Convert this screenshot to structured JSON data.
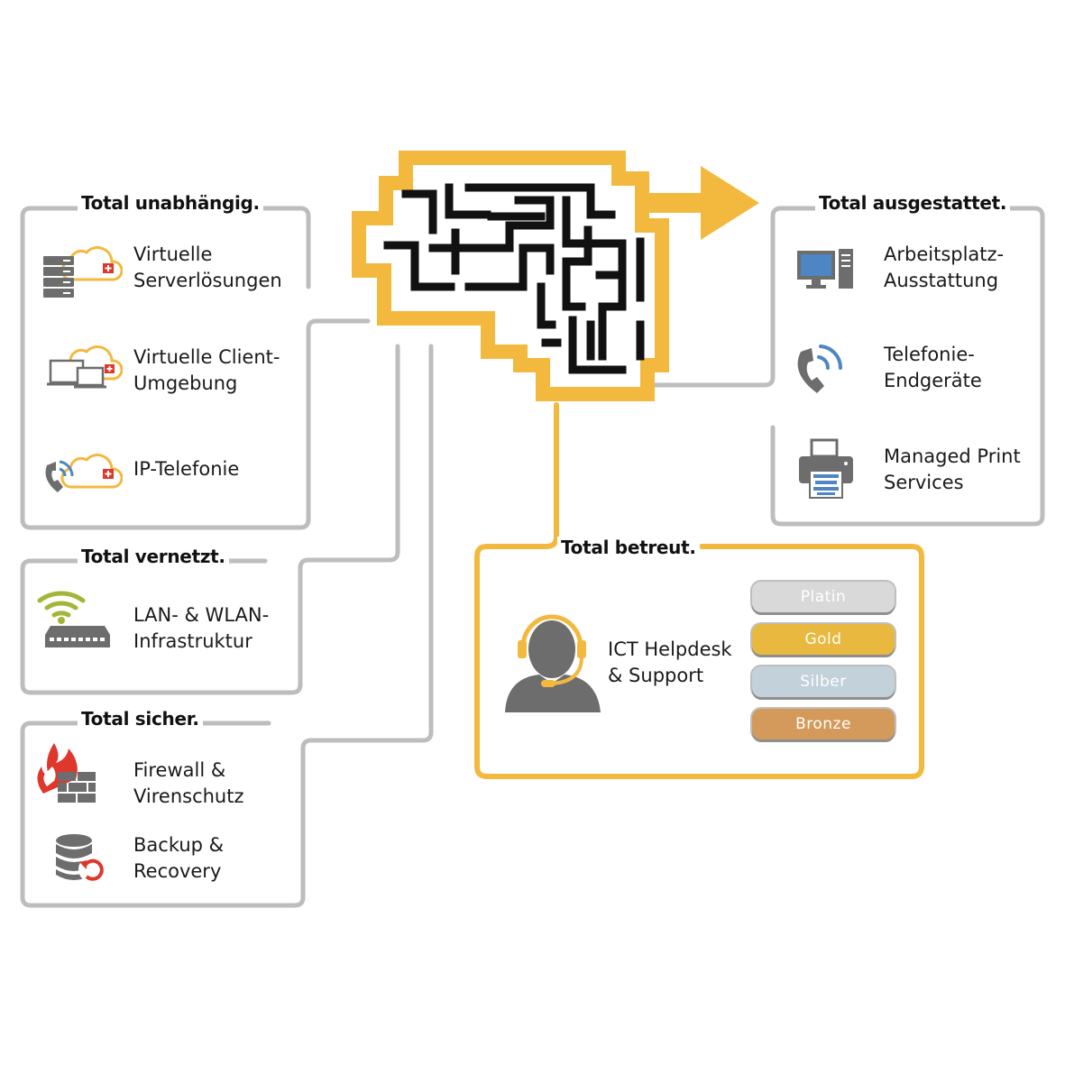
{
  "colors": {
    "accent": "#f3b93e",
    "frame": "#bdbdbd",
    "maze": "#111111",
    "icon_gray": "#6d6d6d",
    "red": "#e0372c",
    "blue": "#4e86c4",
    "green": "#a4b53a"
  },
  "sections": {
    "unabhaengig": {
      "title": "Total unabhängig.",
      "items": [
        {
          "line1": "Virtuelle",
          "line2": "Serverlösungen",
          "icon": "cloud-server-icon"
        },
        {
          "line1": "Virtuelle Client-",
          "line2": "Umgebung",
          "icon": "cloud-client-icon"
        },
        {
          "line1": "IP-Telefonie",
          "icon": "cloud-phone-icon"
        }
      ]
    },
    "vernetzt": {
      "title": "Total vernetzt.",
      "items": [
        {
          "line1": "LAN- & WLAN-",
          "line2": "Infrastruktur",
          "icon": "wifi-switch-icon"
        }
      ]
    },
    "sicher": {
      "title": "Total sicher.",
      "items": [
        {
          "line1": "Firewall &",
          "line2": "Virenschutz",
          "icon": "firewall-icon"
        },
        {
          "line1": "Backup &",
          "line2": "Recovery",
          "icon": "backup-database-icon"
        }
      ]
    },
    "ausgestattet": {
      "title": "Total ausgestattet.",
      "items": [
        {
          "line1": "Arbeitsplatz-",
          "line2": "Ausstattung",
          "icon": "workstation-icon"
        },
        {
          "line1": "Telefonie-",
          "line2": "Endgeräte",
          "icon": "phone-handset-icon"
        },
        {
          "line1": "Managed Print",
          "line2": "Services",
          "icon": "printer-icon"
        }
      ]
    },
    "betreut": {
      "title": "Total betreut.",
      "items": [
        {
          "line1": "ICT Helpdesk",
          "line2": "& Support",
          "icon": "headset-agent-icon"
        }
      ],
      "tiers": [
        {
          "label": "Platin",
          "color": "#d9d9d9"
        },
        {
          "label": "Gold",
          "color": "#e9b93f"
        },
        {
          "label": "Silber",
          "color": "#c2d1da"
        },
        {
          "label": "Bronze",
          "color": "#d39a5b"
        }
      ]
    }
  }
}
